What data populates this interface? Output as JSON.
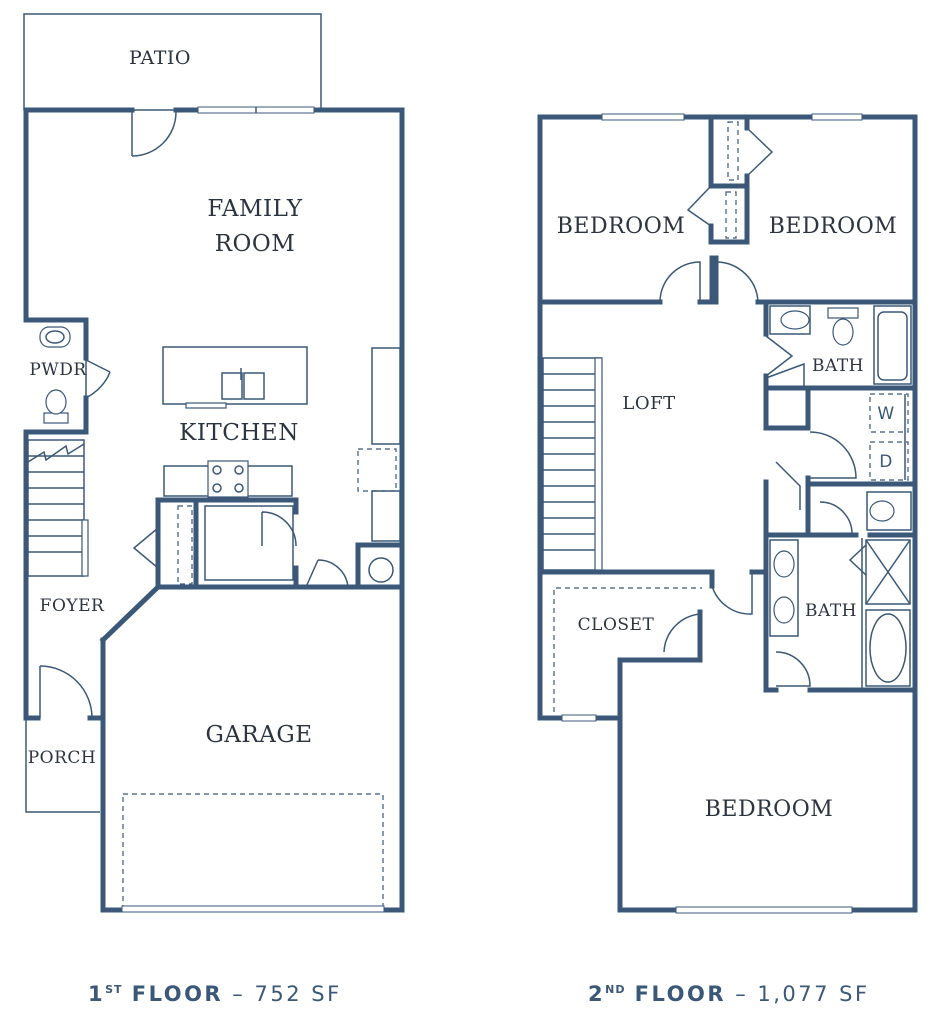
{
  "floors": [
    {
      "num": "1",
      "sup": "ST",
      "word": "FLOOR",
      "sep": "–",
      "area": "752 SF",
      "rooms": {
        "patio": "PATIO",
        "family_1": "FAMILY",
        "family_2": "ROOM",
        "pwdr": "PWDR",
        "kitchen": "KITCHEN",
        "foyer": "FOYER",
        "porch": "PORCH",
        "garage": "GARAGE"
      }
    },
    {
      "num": "2",
      "sup": "ND",
      "word": "FLOOR",
      "sep": "–",
      "area": "1,077 SF",
      "rooms": {
        "bedroom_a": "BEDROOM",
        "bedroom_b": "BEDROOM",
        "bath_a": "BATH",
        "loft": "LOFT",
        "washer": "W",
        "dryer": "D",
        "closet": "CLOSET",
        "bath_b": "BATH",
        "bedroom_c": "BEDROOM"
      }
    }
  ],
  "colors": {
    "wall": "#3b5878",
    "text": "#2c3440"
  }
}
